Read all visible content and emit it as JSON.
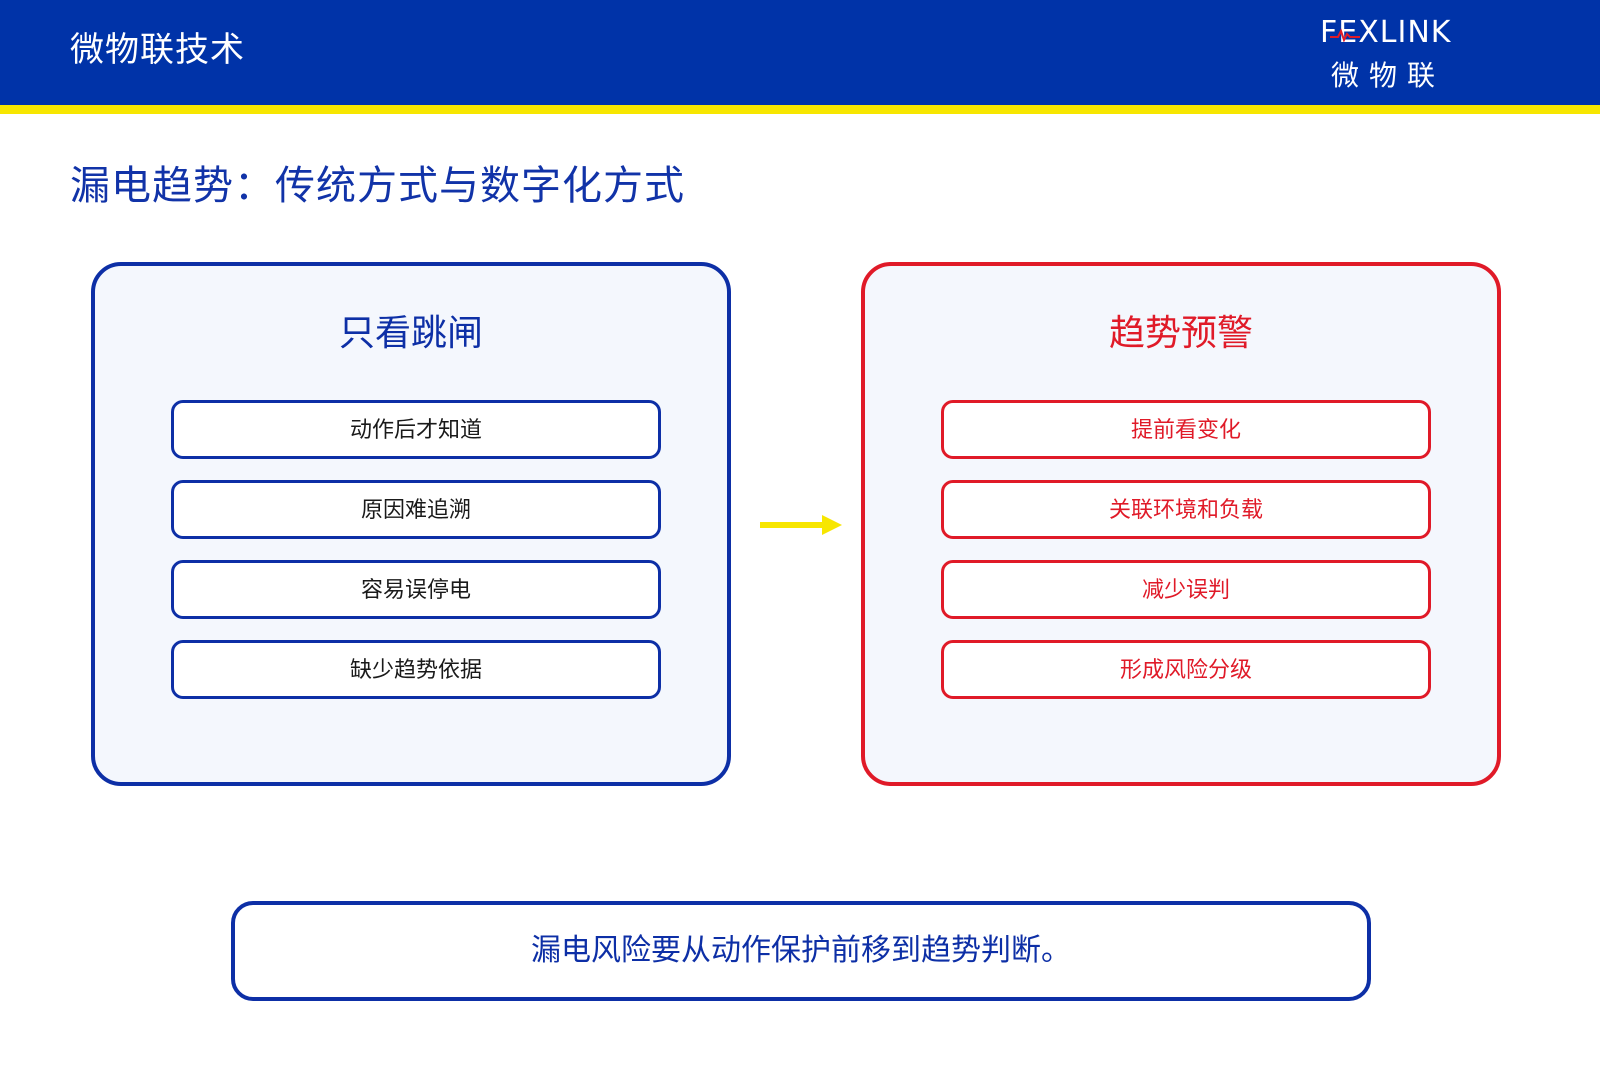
{
  "header": {
    "title": "微物联技术",
    "brand_logo": "FEXLINK",
    "brand_sub": "微物联"
  },
  "page_title": "漏电趋势：传统方式与数字化方式",
  "left_panel": {
    "title": "只看跳闸",
    "items": [
      "动作后才知道",
      "原因难追溯",
      "容易误停电",
      "缺少趋势依据"
    ]
  },
  "right_panel": {
    "title": "趋势预警",
    "items": [
      "提前看变化",
      "关联环境和负载",
      "减少误判",
      "形成风险分级"
    ]
  },
  "conclusion": "漏电风险要从动作保护前移到趋势判断。",
  "colors": {
    "header_blue": "#0033a8",
    "stripe_yellow": "#f7e600",
    "panel_blue": "#0d2fa6",
    "panel_red": "#e01a28",
    "arrow_yellow": "#f7e600"
  }
}
